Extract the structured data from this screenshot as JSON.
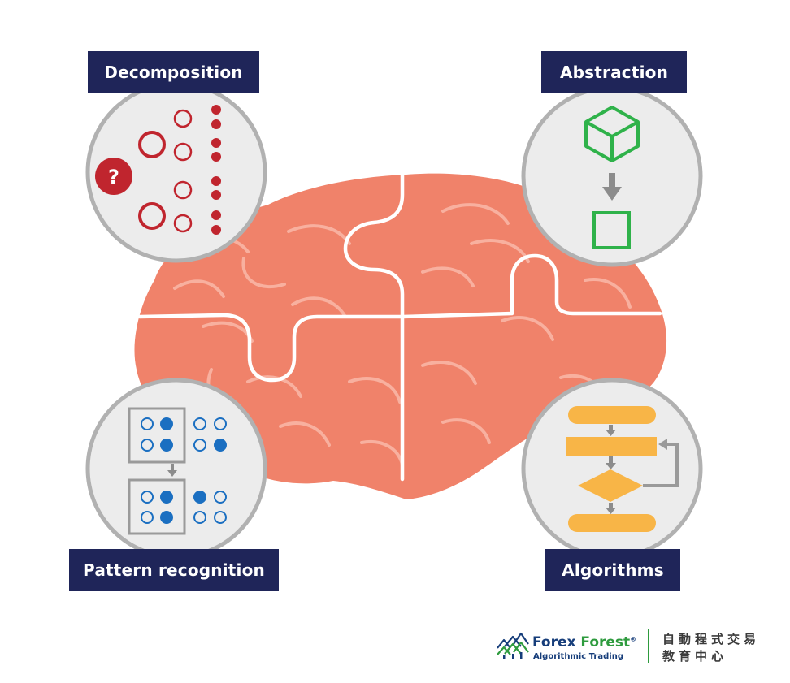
{
  "labels": {
    "decomposition": "Decomposition",
    "abstraction": "Abstraction",
    "pattern_recognition": "Pattern recognition",
    "algorithms": "Algorithms"
  },
  "decomposition_icon": {
    "question_mark": "?"
  },
  "brand": {
    "name_part1": "Forex",
    "name_part2": "Forest",
    "registered": "®",
    "tagline": "Algorithmic Trading",
    "cjk_line1": "自動程式交易",
    "cjk_line2": "教育中心"
  },
  "icons": {
    "brain": "brain-puzzle-icon",
    "cube": "cube-icon",
    "square": "square-outline-icon",
    "flowchart": "flowchart-icon",
    "logo": "forest-trees-logo-icon"
  },
  "colors": {
    "brain": "#f0826a",
    "navy": "#1f2559",
    "red": "#c0252e",
    "green": "#2fb24a",
    "blue": "#1b6fc1",
    "orange": "#f8b547",
    "circle_fill": "#ececec",
    "circle_stroke": "#b1b1b1"
  }
}
